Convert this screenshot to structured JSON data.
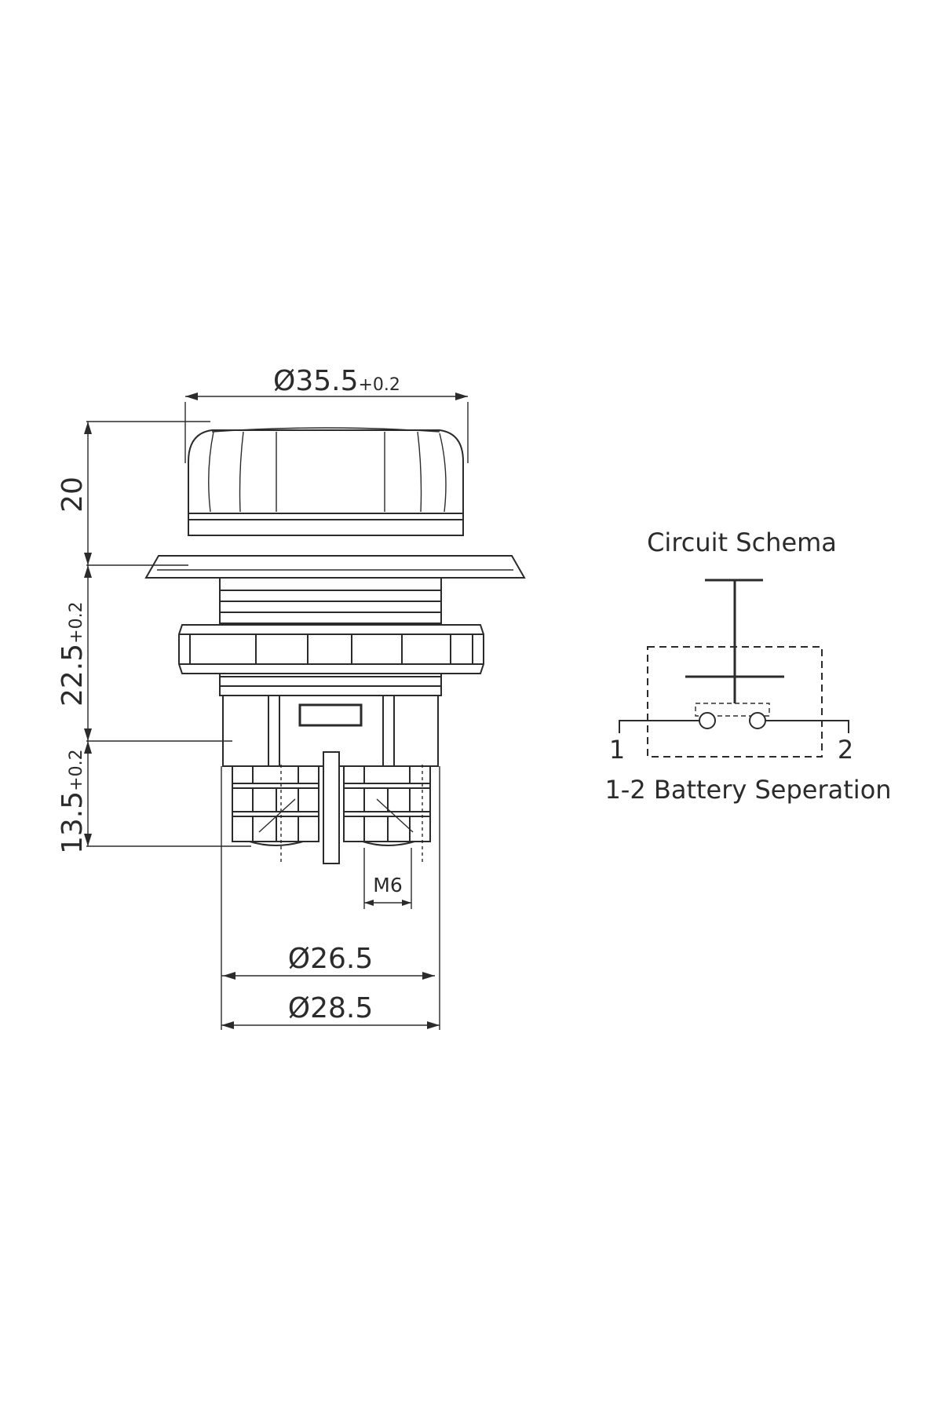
{
  "drawing": {
    "dimensions": {
      "top_diameter": {
        "main": "Ø35.5",
        "tolerance": "+0.2"
      },
      "knob_height": {
        "main": "20"
      },
      "body_height": {
        "main": "22.5",
        "tolerance": "+0.2"
      },
      "terminal_height": {
        "main": "13.5",
        "tolerance": "+0.2"
      },
      "thread": "M6",
      "inner_diameter": "Ø26.5",
      "outer_diameter": "Ø28.5"
    },
    "schema": {
      "title": "Circuit Schema",
      "terminal_1": "1",
      "terminal_2": "2",
      "caption": "1-2 Battery Seperation"
    }
  }
}
